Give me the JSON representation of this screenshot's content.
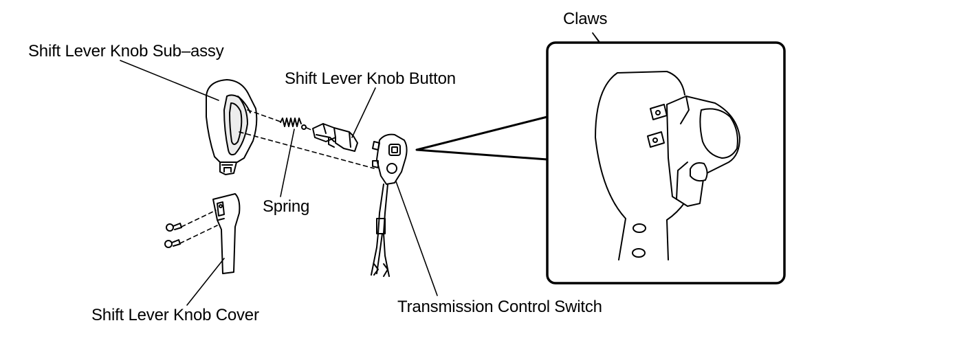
{
  "labels": {
    "shift_lever_knob_sub_assy": "Shift Lever Knob Sub–assy",
    "shift_lever_knob_button": "Shift Lever Knob Button",
    "claws": "Claws",
    "spring": "Spring",
    "shift_lever_knob_cover": "Shift Lever Knob Cover",
    "transmission_control_switch": "Transmission Control Switch"
  },
  "colors": {
    "ink": "#000000",
    "paper": "#ffffff",
    "part_fill": "#ffffff",
    "shade": "#e8e8e8"
  }
}
